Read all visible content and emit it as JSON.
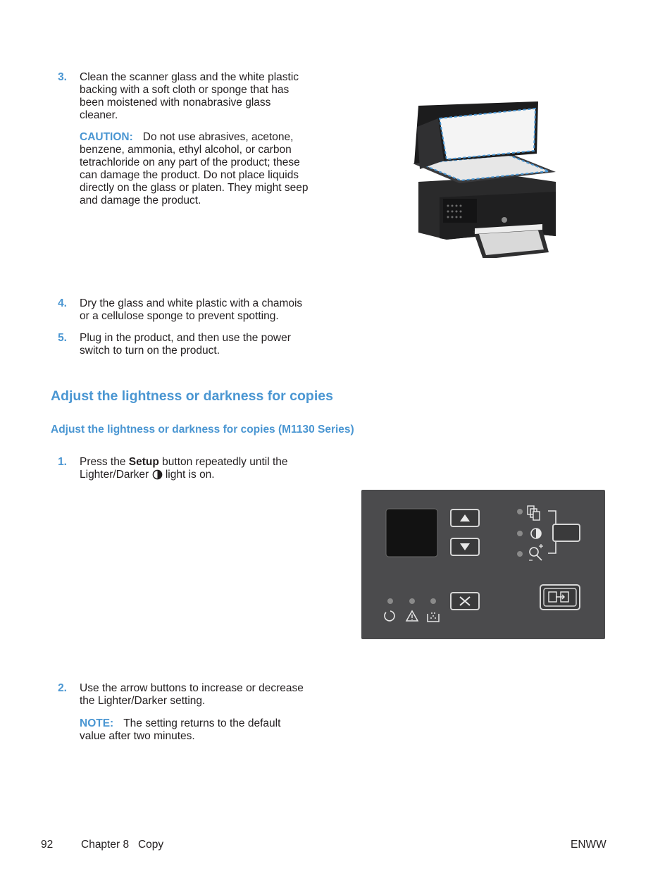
{
  "steps_top": [
    {
      "num": "3.",
      "lines": [
        "Clean the scanner glass and the white plastic",
        "backing with a soft cloth or sponge that has",
        "been moistened with nonabrasive glass",
        "cleaner."
      ]
    },
    {
      "num": "4.",
      "lines": [
        "Dry the glass and white plastic with a chamois",
        "or a cellulose sponge to prevent spotting."
      ]
    },
    {
      "num": "5.",
      "lines": [
        "Plug in the product, and then use the power",
        "switch to turn on the product."
      ]
    }
  ],
  "caution": {
    "label": "CAUTION:",
    "lines": [
      "Do not use abrasives, acetone,",
      "benzene, ammonia, ethyl alcohol, or carbon",
      "tetrachloride on any part of the product; these",
      "can damage the product. Do not place liquids",
      "directly on the glass or platen. They might seep",
      "and damage the product."
    ]
  },
  "section_title": "Adjust the lightness or darkness for copies",
  "subsection_title": "Adjust the lightness or darkness for copies (M1130 Series)",
  "step1": {
    "num": "1.",
    "pre": "Press the ",
    "bold": "Setup",
    "post": " button repeatedly until the",
    "line2_pre": "Lighter/Darker ",
    "line2_post": " light is on."
  },
  "step2": {
    "num": "2.",
    "lines": [
      "Use the arrow buttons to increase or decrease",
      "the Lighter/Darker setting."
    ]
  },
  "note": {
    "label": "NOTE:",
    "lines": [
      "The setting returns to the default",
      "value after two minutes."
    ]
  },
  "footer": {
    "page": "92",
    "chapter": "Chapter 8   Copy",
    "right": "ENWW"
  },
  "colors": {
    "accent": "#4a96d2",
    "panel": "#4b4b4d",
    "text": "#231f20"
  },
  "icons": [
    "lighter-darker-icon",
    "up-arrow-icon",
    "down-arrow-icon",
    "cancel-x-icon",
    "start-copy-icon",
    "copies-icon",
    "reduce-enlarge-icon",
    "ready-icon",
    "attention-icon",
    "toner-icon"
  ]
}
